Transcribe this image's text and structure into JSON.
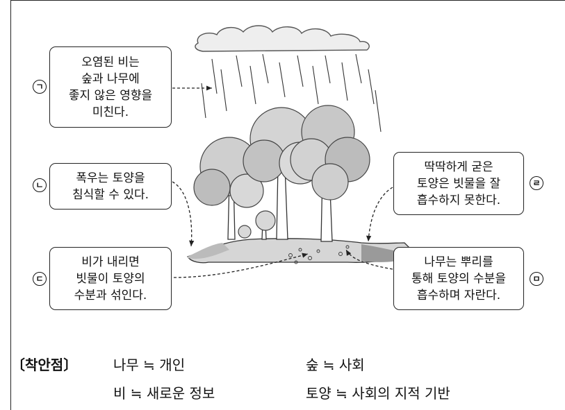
{
  "callouts": [
    {
      "id": "a",
      "marker": "ㄱ",
      "lines": [
        "오염된 비는",
        "숲과 나무에",
        "좋지 않은 영향을",
        "미친다."
      ]
    },
    {
      "id": "b",
      "marker": "ㄴ",
      "lines": [
        "폭우는 토양을",
        "침식할 수 있다."
      ]
    },
    {
      "id": "c",
      "marker": "ㄷ",
      "lines": [
        "비가 내리면",
        "빗물이 토양의",
        "수분과 섞인다."
      ]
    },
    {
      "id": "d",
      "marker": "ㄹ",
      "lines": [
        "딱딱하게 굳은",
        "토양은 빗물을 잘",
        "흡수하지 못한다."
      ]
    },
    {
      "id": "e",
      "marker": "ㅁ",
      "lines": [
        "나무는 뿌리를",
        "통해 토양의 수분을",
        "흡수하며 자란다."
      ]
    }
  ],
  "key_points": {
    "label": "〔착안점〕",
    "row1_left": "나무 ≒ 개인",
    "row1_right": "숲 ≒ 사회",
    "row2_left": "비 ≒ 새로운 정보",
    "row2_right": "토양 ≒ 사회의 지적 기반"
  }
}
